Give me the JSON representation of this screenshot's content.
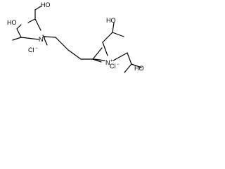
{
  "molecule": {
    "atoms": {
      "n1": "N",
      "n2": "N",
      "oh1": "HO",
      "oh2": "HO",
      "oh3": "HO",
      "oh4": "HO"
    },
    "charges": {
      "n1": "+",
      "n2": "+"
    },
    "counterions": {
      "cl1": "Cl",
      "cl2": "Cl",
      "cl1_charge": "−",
      "cl2_charge": "−"
    }
  }
}
